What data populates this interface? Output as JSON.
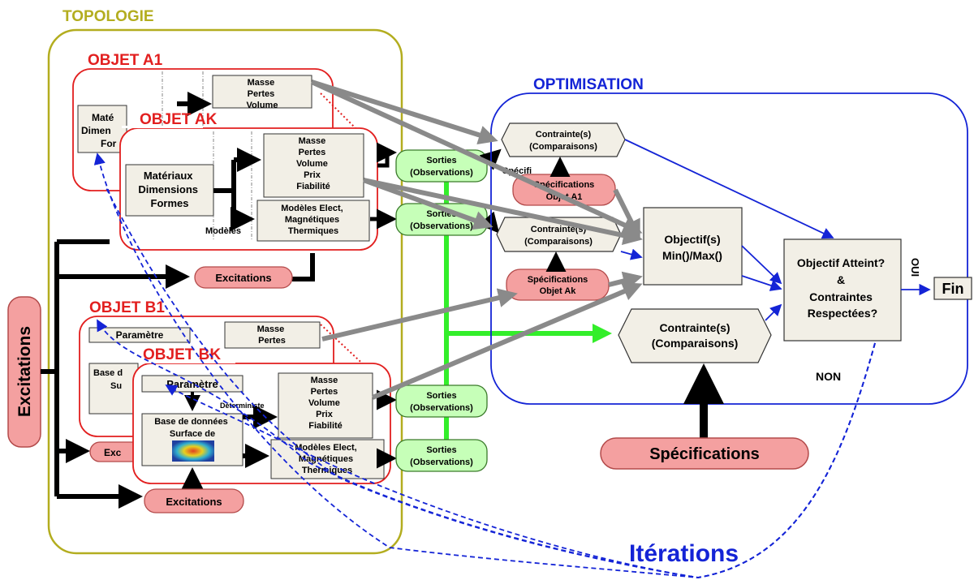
{
  "topologie": {
    "title": "Topologie",
    "objet_a1": {
      "title": "Objet A1",
      "inputs": [
        "Maté",
        "Dimen",
        "For"
      ],
      "outputs": [
        "Masse",
        "Pertes",
        "Volume"
      ]
    },
    "objet_ak": {
      "title": "Objet Ak",
      "inputs": [
        "Matériaux",
        "Dimensions",
        "Formes"
      ],
      "outputs": [
        "Masse",
        "Pertes",
        "Volume",
        "Prix",
        "Fiabilité"
      ],
      "models": [
        "Modèles Elect,",
        "Magnétiques",
        "Thermiques"
      ],
      "models_label": "Modèles"
    },
    "objet_b1": {
      "title": "Objet B1",
      "param": "Paramètre",
      "db": [
        "Base d",
        "Su"
      ],
      "outputs": [
        "Masse",
        "Pertes"
      ]
    },
    "objet_bk": {
      "title": "Objet Bk",
      "param": "Paramètre",
      "db": [
        "Base de données",
        "Surface de"
      ],
      "deterministe": "Déterministe",
      "outputs": [
        "Masse",
        "Pertes",
        "Volume",
        "Prix",
        "Fiabilité"
      ],
      "models": [
        "Modèles Elect,",
        "Magnétiques",
        "Thermiques"
      ]
    },
    "excitations_main": "Excitations",
    "excitations_ak": "Excitations",
    "excitations_b1": "Exc",
    "excitations_bk": "Excitations"
  },
  "sorties": [
    [
      "Sorties",
      "(Observations)"
    ],
    [
      "Sorties",
      "(Observations)"
    ],
    [
      "Sorties",
      "(Observations)"
    ],
    [
      "Sorties",
      "(Observations)"
    ]
  ],
  "optimisation": {
    "title": "Optimisation",
    "contrainte_1": [
      "Contrainte(s)",
      "(Comparaisons)"
    ],
    "contrainte_2": [
      "Contrainte(s)",
      "(Comparaisons)"
    ],
    "contrainte_3": [
      "Contrainte(s)",
      "(Comparaisons)"
    ],
    "specs_a1": [
      "Spécifications",
      "Objet A1"
    ],
    "specs_ak": [
      "Spécifications",
      "Objet Ak"
    ],
    "specs_partial": "Spécifi",
    "objectif": [
      "Objectif(s)",
      "Min()/Max()"
    ],
    "decision": [
      "Objectif Atteint?",
      "&",
      "Contraintes",
      "Respectées?"
    ],
    "oui": "OUI",
    "non": "NON"
  },
  "specifications": "Spécifications",
  "fin": "Fin",
  "iterations": "Itérations",
  "colors": {
    "olive": "#b3ad1f",
    "red": "#e21f1f",
    "blue": "#1424d6",
    "pink": "#f4a0a0",
    "green_fill": "#c6ffb8",
    "green_bar": "#33ee2a",
    "box_fill": "#f2efe6",
    "grey_arrow": "#8a8a8a"
  }
}
